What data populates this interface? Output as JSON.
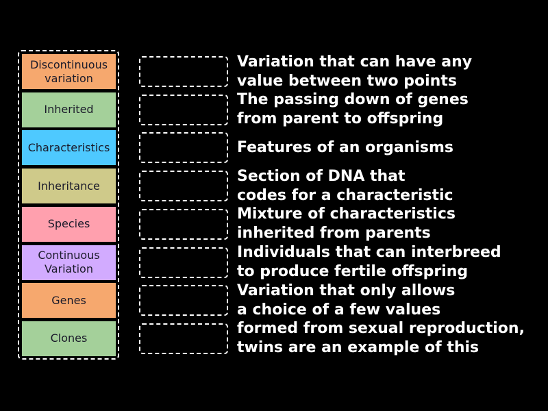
{
  "tiles": [
    {
      "label": "Discontinuous\nvariation",
      "color": "#f6a86e"
    },
    {
      "label": "Inherited",
      "color": "#a4d09a"
    },
    {
      "label": "Characteristics",
      "color": "#4ec9ff"
    },
    {
      "label": "Inheritance",
      "color": "#cfca8a"
    },
    {
      "label": "Species",
      "color": "#ffa0ae"
    },
    {
      "label": "Continuous\nVariation",
      "color": "#d2abff"
    },
    {
      "label": "Genes",
      "color": "#f6a86e"
    },
    {
      "label": "Clones",
      "color": "#a4d09a"
    }
  ],
  "definitions": [
    "Variation that can have any\nvalue between two points",
    "The passing down of genes\nfrom parent to offspring",
    "Features of an organisms",
    "Section of DNA that\ncodes for a characteristic",
    "Mixture of characteristics\ninherited from parents",
    "Individuals that can interbreed\nto produce fertile offspring",
    "Variation that only allows\na choice of a few values",
    "formed from sexual reproduction,\ntwins are an example of this"
  ]
}
